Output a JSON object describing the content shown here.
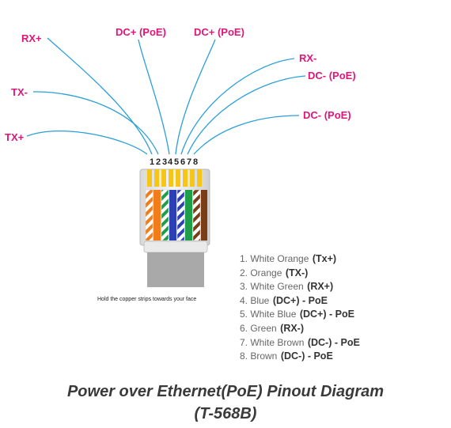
{
  "pin_labels": {
    "rx_plus": "RX+",
    "dc_plus_1": "DC+ (PoE)",
    "dc_plus_2": "DC+ (PoE)",
    "rx_minus": "RX-",
    "dc_minus_1": "DC- (PoE)",
    "tx_minus": "TX-",
    "dc_minus_2": "DC- (PoE)",
    "tx_plus": "TX+"
  },
  "pin_numbers": [
    "1",
    "2",
    "3",
    "4",
    "5",
    "6",
    "7",
    "8"
  ],
  "wire_colors": {
    "orange": "#f07d1a",
    "green": "#1f9e4a",
    "blue": "#2c3fb5",
    "brown": "#7a3d18",
    "white": "#ffffff",
    "gold": "#f5c518",
    "leader": "#2a9fd8"
  },
  "connector_caption": "Hold the copper strips towards your face",
  "legend": [
    {
      "text": "1. White Orange",
      "signal": "(Tx+)",
      "poe": ""
    },
    {
      "text": "2. Orange",
      "signal": "(TX-)",
      "poe": ""
    },
    {
      "text": "3. White Green",
      "signal": "(RX+)",
      "poe": ""
    },
    {
      "text": "4. Blue",
      "signal": "(DC+)",
      "poe": " - PoE"
    },
    {
      "text": "5. White Blue",
      "signal": "(DC+)",
      "poe": " - PoE"
    },
    {
      "text": "6. Green",
      "signal": "(RX-)",
      "poe": ""
    },
    {
      "text": "7. White Brown",
      "signal": "(DC-)",
      "poe": " - PoE"
    },
    {
      "text": "8. Brown",
      "signal": "(DC-)",
      "poe": " - PoE"
    }
  ],
  "title": {
    "line1": "Power over Ethernet(PoE) Pinout Diagram",
    "line2": "(T-568B)"
  }
}
